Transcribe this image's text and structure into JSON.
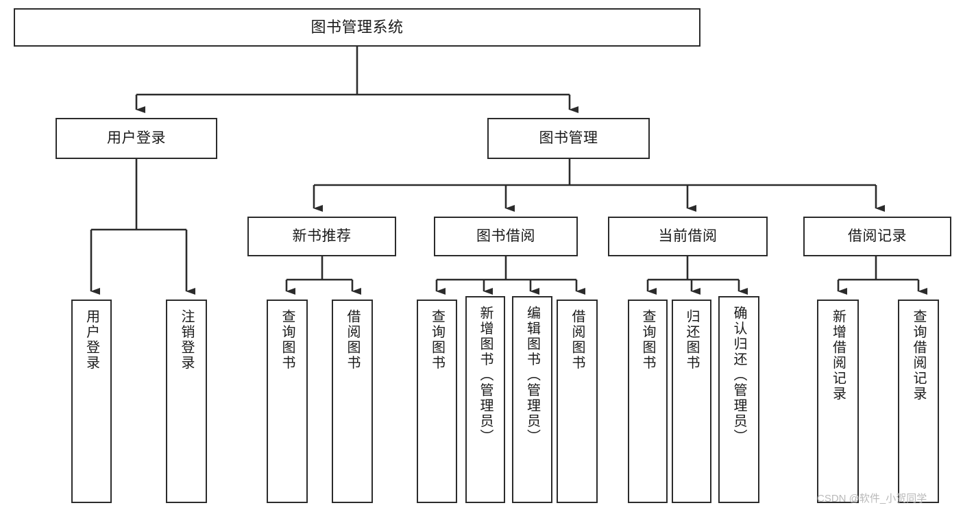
{
  "diagram": {
    "title": "图书管理系统",
    "type": "hierarchy-tree",
    "watermark": "CSDN @软件_小贺同学",
    "colors": {
      "box_border": "#2b2b2b",
      "box_fill": "#ffffff",
      "edge": "#2b2b2b",
      "page_background": "#ffffff",
      "watermark": "#b9b9b9"
    },
    "levels": {
      "root": "图书管理系统",
      "level2": [
        "用户登录",
        "图书管理"
      ],
      "level3": [
        "新书推荐",
        "图书借阅",
        "当前借阅",
        "借阅记录"
      ]
    },
    "nodes": {
      "root": {
        "label": "图书管理系统"
      },
      "user_login": {
        "label": "用户登录"
      },
      "book_manage": {
        "label": "图书管理"
      },
      "new_book_rec": {
        "label": "新书推荐"
      },
      "book_borrow": {
        "label": "图书借阅"
      },
      "current_borrow": {
        "label": "当前借阅"
      },
      "borrow_record": {
        "label": "借阅记录"
      },
      "leaf_user_login": {
        "label": "用户登录"
      },
      "leaf_logout": {
        "label": "注销登录"
      },
      "leaf_query_book_1": {
        "label": "查询图书"
      },
      "leaf_borrow_book_1": {
        "label": "借阅图书"
      },
      "leaf_query_book_2": {
        "label": "查询图书"
      },
      "leaf_add_book": {
        "label": "新增图书（管理员）"
      },
      "leaf_edit_book": {
        "label": "编辑图书（管理员）"
      },
      "leaf_borrow_book_2": {
        "label": "借阅图书"
      },
      "leaf_query_book_3": {
        "label": "查询图书"
      },
      "leaf_return_book": {
        "label": "归还图书"
      },
      "leaf_confirm_return": {
        "label": "确认归还（管理员）"
      },
      "leaf_add_record": {
        "label": "新增借阅记录"
      },
      "leaf_query_record": {
        "label": "查询借阅记录"
      }
    }
  }
}
